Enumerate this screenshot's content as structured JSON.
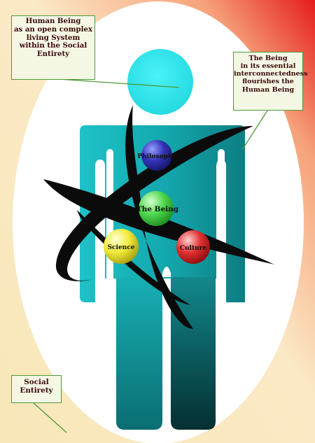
{
  "callouts": {
    "human_being": [
      "Human Being",
      "as an open complex",
      "living System",
      "within the Social",
      "Entirety"
    ],
    "the_being": [
      "The Being",
      "in its essential",
      "interconnectedness",
      "flourishes the",
      "Human Being"
    ],
    "social_entirety": [
      "Social",
      "Entirety"
    ]
  },
  "nodes": {
    "philosophy": "Philosophy",
    "the_being": "The Being",
    "science": "Science",
    "culture": "Culture"
  },
  "colors": {
    "figure": "#1fb4b8",
    "head": "#2ee4ec",
    "orbit": "#0b0b0b",
    "philosophy": "#2f2fa0",
    "the_being": "#44d144",
    "science": "#e8e030",
    "culture": "#e02a2a",
    "callout_border": "#4f9a3a",
    "background_corner": "#e51c1c"
  }
}
